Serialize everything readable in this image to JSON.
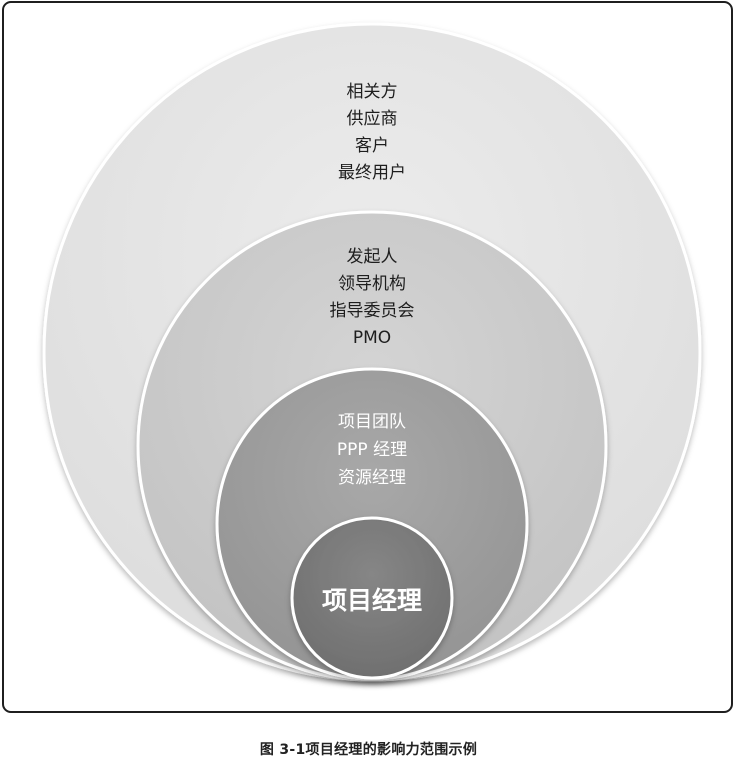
{
  "diagram": {
    "rings": [
      {
        "lines": [
          "相关方",
          "供应商",
          "客户",
          "最终用户"
        ],
        "fill": "#e4e4e4",
        "text_color": "#1e1e1e"
      },
      {
        "lines": [
          "发起人",
          "领导机构",
          "指导委员会",
          "PMO"
        ],
        "fill": "#cbcbcb",
        "text_color": "#1e1e1e"
      },
      {
        "lines": [
          "项目团队",
          "PPP 经理",
          "资源经理"
        ],
        "fill": "#9d9d9d",
        "text_color": "#ffffff"
      },
      {
        "lines": [
          "项目经理"
        ],
        "fill": "#7a7a7a",
        "text_color": "#ffffff"
      }
    ],
    "border_color": "#1f1f1f"
  },
  "caption": "图 3-1项目经理的影响力范围示例"
}
